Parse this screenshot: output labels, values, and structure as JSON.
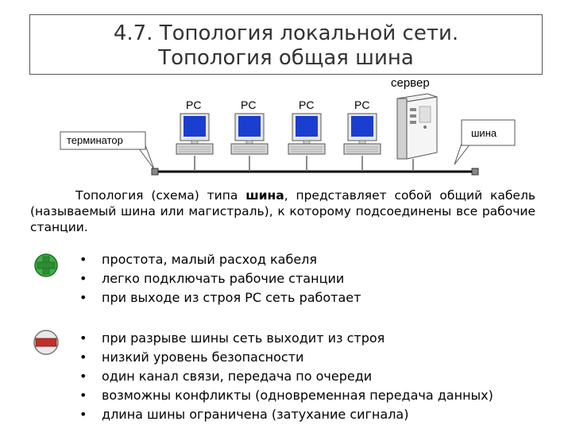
{
  "slide": {
    "title_line1": "4.7. Топология локальной сети.",
    "title_line2": "Топология общая шина"
  },
  "diagram": {
    "server_label": "сервер",
    "pc_labels": [
      "PC",
      "PC",
      "PC",
      "PC"
    ],
    "terminator_label": "терминатор",
    "bus_label": "шина"
  },
  "description": {
    "before": "Топология (схема) типа ",
    "bold": "шина",
    "after": ", представляет собой общий кабель (называемый шина или магистраль), к которому подсоединены все рабочие станции."
  },
  "pros": {
    "icon": "plus-icon",
    "color": "#3cb043",
    "items": [
      "простота, малый расход кабеля",
      "легко подключать рабочие станции",
      "при выходе из строя PC сеть работает"
    ]
  },
  "cons": {
    "icon": "minus-icon",
    "color": "#d9534f",
    "items": [
      "при разрыве шины сеть выходит из строя",
      "низкий уровень безопасности",
      "один канал связи, передача по очереди",
      "возможны конфликты (одновременная передача данных)",
      "длина шины ограничена (затухание сигнала)"
    ]
  }
}
